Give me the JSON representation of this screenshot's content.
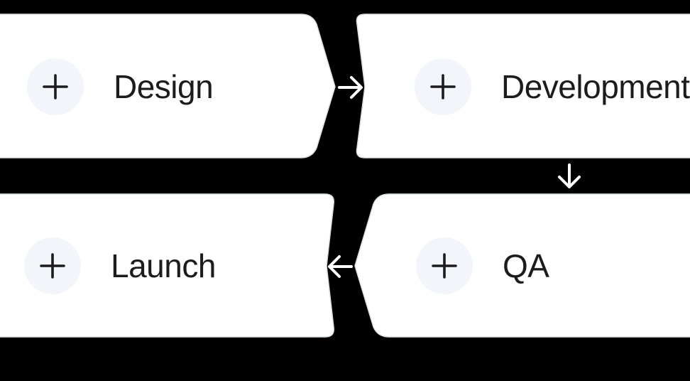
{
  "colors": {
    "background": "#000000",
    "card": "#ffffff",
    "card_border": "#d7e0e4",
    "icon_button_bg": "#f2f6fb",
    "text": "#1c1c1e",
    "arrow": "#ffffff"
  },
  "steps": [
    {
      "label": "Design",
      "icon": "plus-icon"
    },
    {
      "label": "Development",
      "icon": "plus-icon"
    },
    {
      "label": "QA",
      "icon": "plus-icon"
    },
    {
      "label": "Launch",
      "icon": "plus-icon"
    }
  ],
  "connectors": [
    {
      "from": "Design",
      "to": "Development",
      "icon": "arrow-right-icon"
    },
    {
      "from": "Development",
      "to": "QA",
      "icon": "arrow-down-icon"
    },
    {
      "from": "QA",
      "to": "Launch",
      "icon": "arrow-left-icon"
    }
  ]
}
